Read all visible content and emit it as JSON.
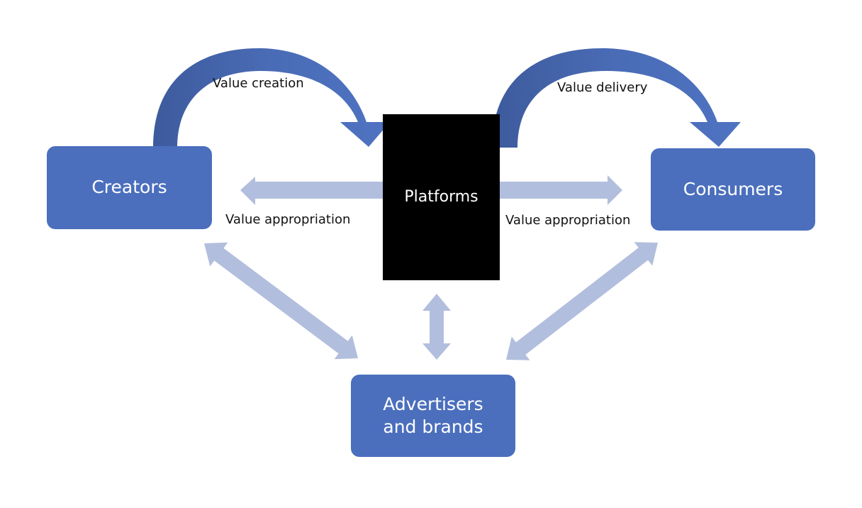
{
  "diagram": {
    "nodes": {
      "creators": "Creators",
      "platforms": "Platforms",
      "consumers": "Consumers",
      "advertisers": "Advertisers\nand brands"
    },
    "labels": {
      "value_creation": "Value creation",
      "value_delivery": "Value delivery",
      "value_appropriation_left": "Value appropriation",
      "value_appropriation_right": "Value appropriation"
    },
    "edges": [
      {
        "from": "creators",
        "to": "platforms",
        "label": "Value creation",
        "style": "curved",
        "direction": "one-way"
      },
      {
        "from": "platforms",
        "to": "consumers",
        "label": "Value delivery",
        "style": "curved",
        "direction": "one-way"
      },
      {
        "from": "platforms",
        "to": "creators",
        "label": "Value appropriation",
        "style": "straight",
        "direction": "one-way"
      },
      {
        "from": "platforms",
        "to": "consumers",
        "label": "Value appropriation",
        "style": "straight",
        "direction": "one-way"
      },
      {
        "from": "creators",
        "to": "advertisers",
        "label": "",
        "style": "straight",
        "direction": "two-way"
      },
      {
        "from": "platforms",
        "to": "advertisers",
        "label": "",
        "style": "straight",
        "direction": "two-way"
      },
      {
        "from": "consumers",
        "to": "advertisers",
        "label": "",
        "style": "straight",
        "direction": "two-way"
      }
    ],
    "colors": {
      "node_fill": "#4b6fbd",
      "platform_fill": "#000000",
      "curved_arrow": "#4b6fbd",
      "curved_arrow_shade": "#3d5a9c",
      "light_arrow": "#b2bedd",
      "text_dark": "#111111",
      "text_light": "#ffffff"
    }
  }
}
